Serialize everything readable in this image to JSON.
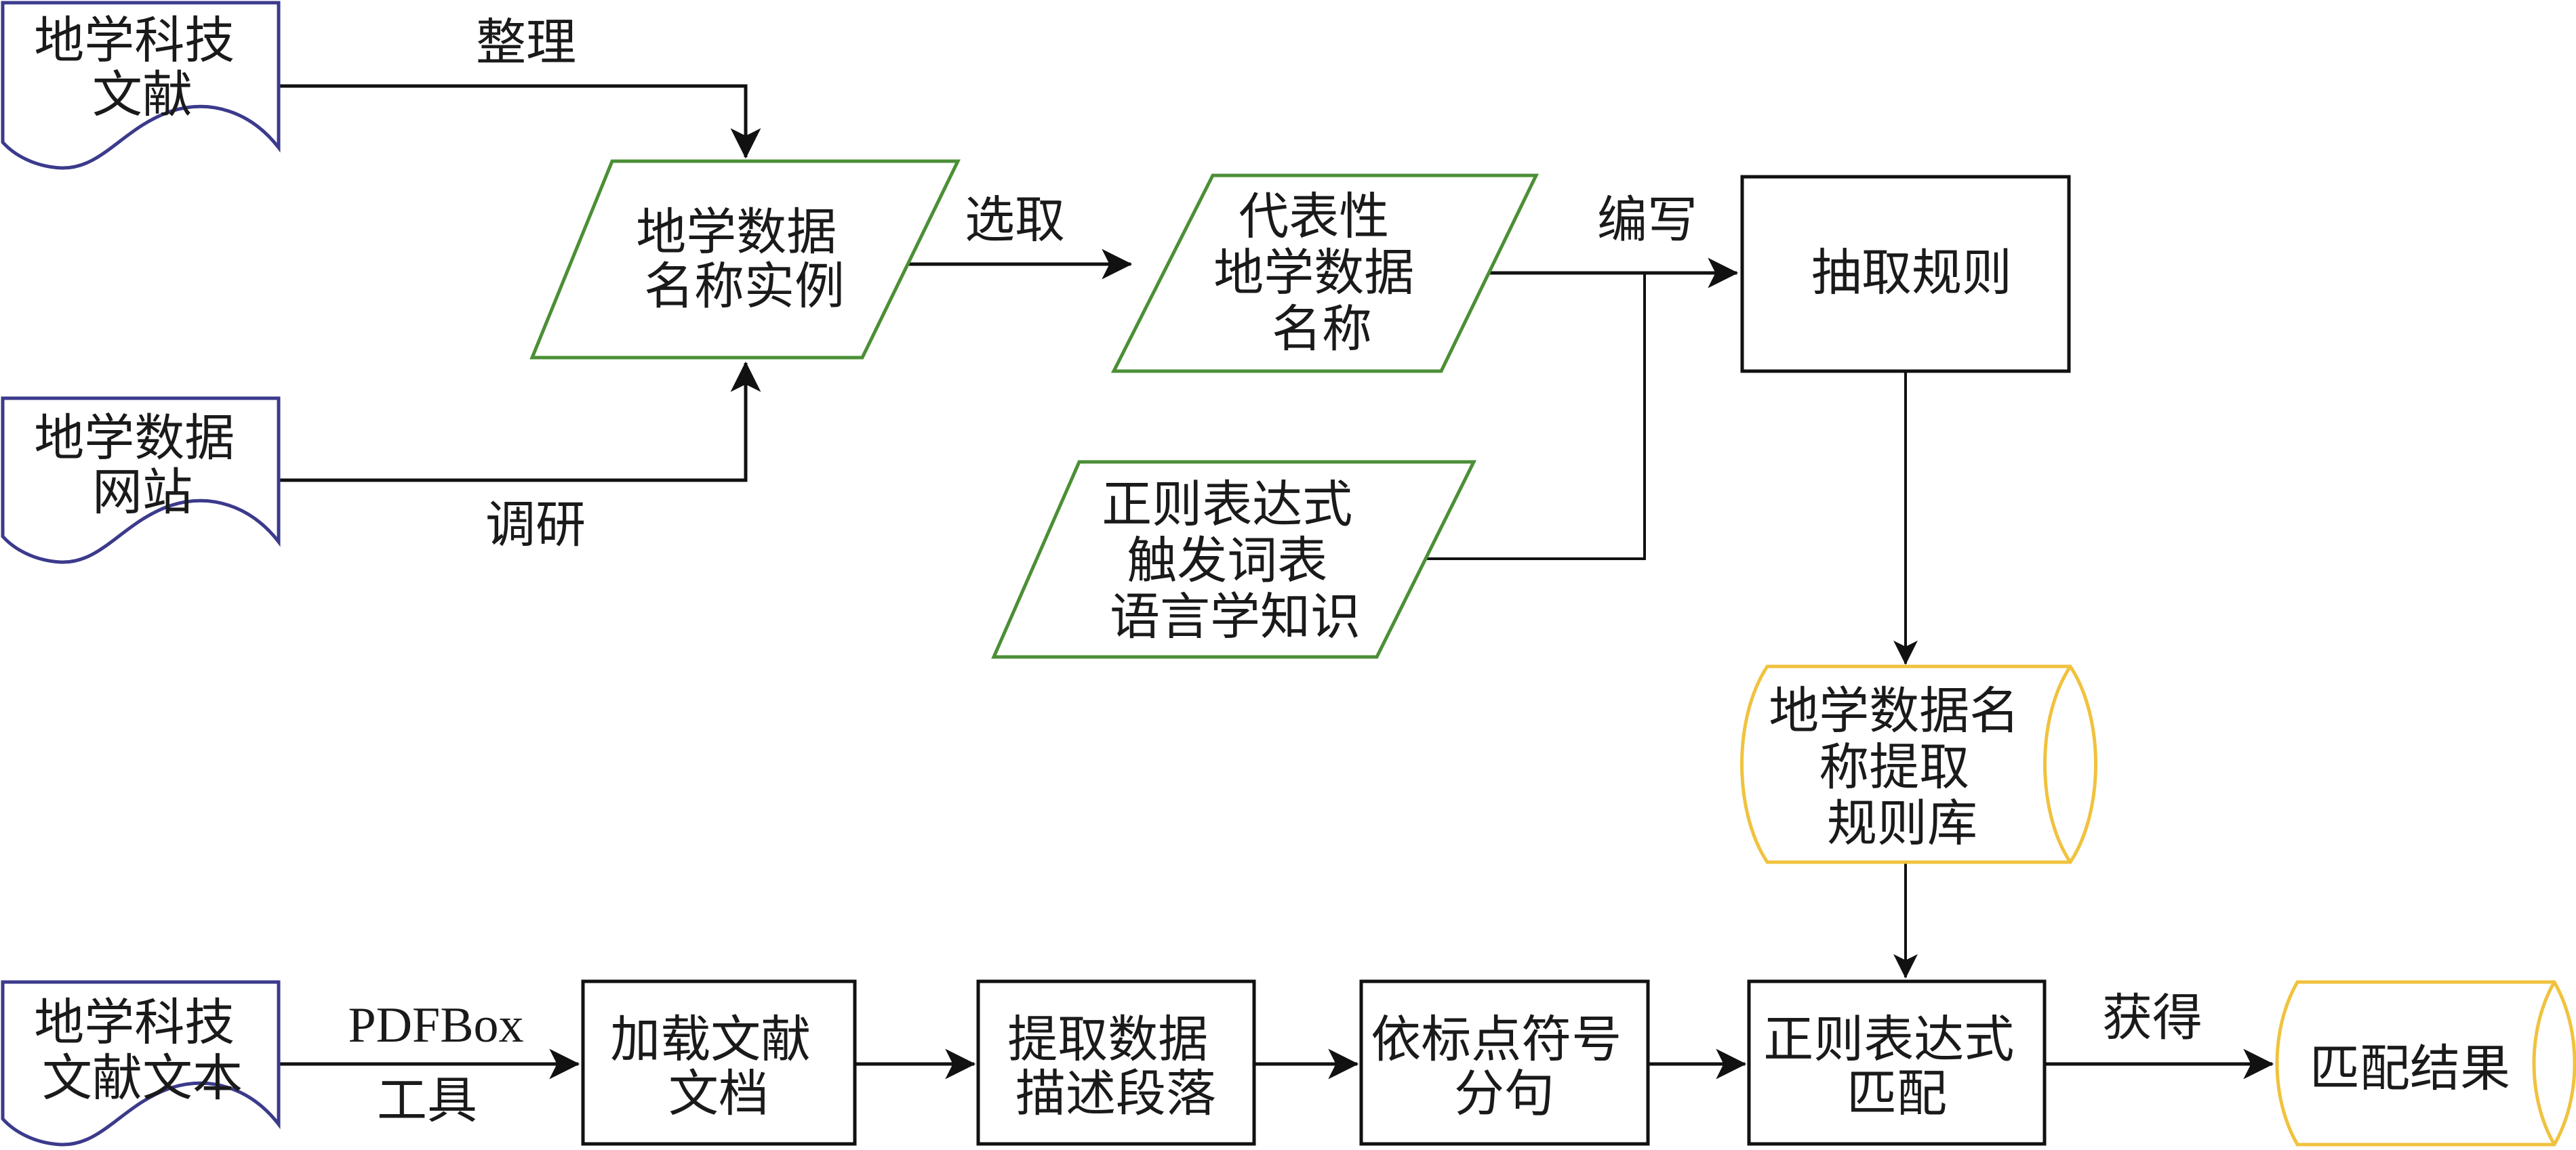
{
  "colors": {
    "document_border": "#3b3a8c",
    "data_border": "#4b8f36",
    "storage_border": "#f0c23e",
    "process_border": "#111111",
    "edge": "#111111",
    "text": "#1a1a1a"
  },
  "nodes": {
    "doc_literature": {
      "type": "document",
      "lines": [
        "地学科技",
        "文献"
      ]
    },
    "doc_websites": {
      "type": "document",
      "lines": [
        "地学数据",
        "网站"
      ]
    },
    "data_name_instances": {
      "type": "data",
      "lines": [
        "地学数据",
        "名称实例"
      ]
    },
    "representative_names": {
      "type": "data",
      "lines": [
        "代表性",
        "地学数据",
        "名称"
      ]
    },
    "knowledge": {
      "type": "data",
      "lines": [
        "正则表达式",
        "触发词表",
        "语言学知识"
      ]
    },
    "extract_rules": {
      "type": "process",
      "lines": [
        "抽取规则"
      ]
    },
    "rule_library": {
      "type": "storage",
      "lines": [
        "地学数据名",
        "称提取",
        "规则库"
      ]
    },
    "doc_text": {
      "type": "document",
      "lines": [
        "地学科技",
        "文献文本"
      ]
    },
    "load_docs": {
      "type": "process",
      "lines": [
        "加载文献",
        "文档"
      ]
    },
    "extract_paragraphs": {
      "type": "process",
      "lines": [
        "提取数据",
        "描述段落"
      ]
    },
    "split_sentences": {
      "type": "process",
      "lines": [
        "依标点符号",
        "分句"
      ]
    },
    "regex_match": {
      "type": "process",
      "lines": [
        "正则表达式",
        "匹配"
      ]
    },
    "match_results": {
      "type": "storage",
      "lines": [
        "匹配结果"
      ]
    }
  },
  "edges": {
    "organize": {
      "from": "doc_literature",
      "to": "data_name_instances",
      "label": "整理"
    },
    "survey": {
      "from": "doc_websites",
      "to": "data_name_instances",
      "label": "调研"
    },
    "select": {
      "from": "data_name_instances",
      "to": "representative_names",
      "label": "选取"
    },
    "write": {
      "from": "representative_names",
      "to": "extract_rules",
      "label": "编写"
    },
    "knowledge_join": {
      "from": "knowledge",
      "to": "extract_rules",
      "label": ""
    },
    "rules_to_library": {
      "from": "extract_rules",
      "to": "rule_library",
      "label": ""
    },
    "library_to_match": {
      "from": "rule_library",
      "to": "regex_match",
      "label": ""
    },
    "pdfbox": {
      "from": "doc_text",
      "to": "load_docs",
      "label": "PDFBox",
      "label2": "工具"
    },
    "load_to_extract": {
      "from": "load_docs",
      "to": "extract_paragraphs",
      "label": ""
    },
    "extract_to_split": {
      "from": "extract_paragraphs",
      "to": "split_sentences",
      "label": ""
    },
    "split_to_match": {
      "from": "split_sentences",
      "to": "regex_match",
      "label": ""
    },
    "obtain": {
      "from": "regex_match",
      "to": "match_results",
      "label": "获得"
    }
  }
}
